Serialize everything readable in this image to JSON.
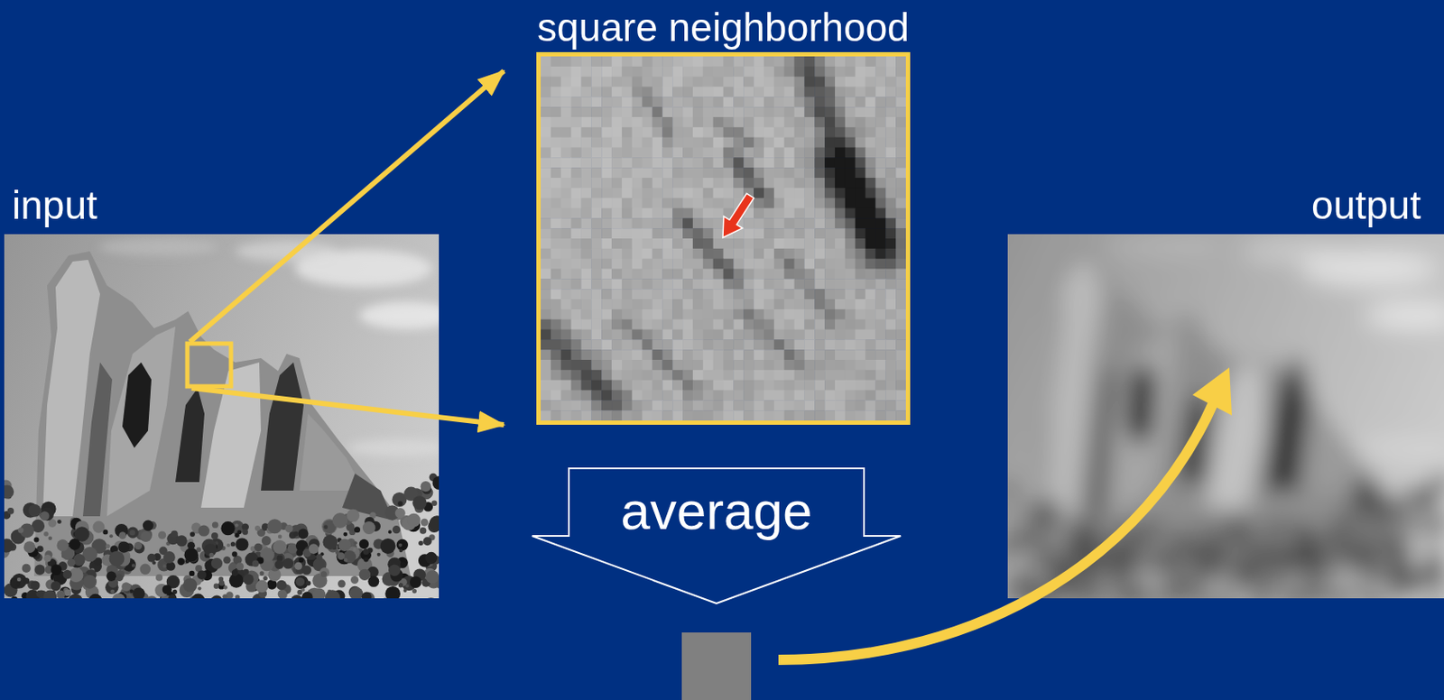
{
  "diagram": {
    "nodes": [
      {
        "text": [
          "input"
        ]
      },
      {
        "text": [
          "square neighborhood"
        ]
      },
      {
        "text": [
          "average"
        ]
      },
      {
        "text": [
          "output"
        ]
      }
    ],
    "edges": [
      {
        "from": 0,
        "to": 1,
        "arrow": "to"
      },
      {
        "from": 0,
        "to": 1,
        "arrow": "to"
      }
    ]
  }
}
